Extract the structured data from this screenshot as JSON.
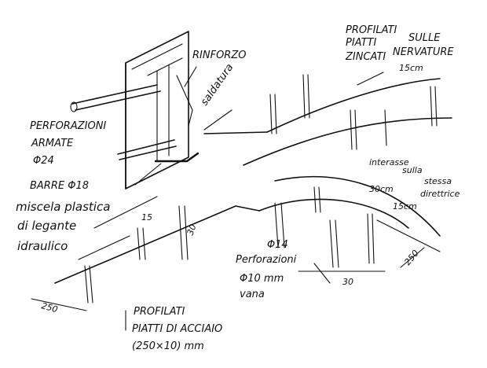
{
  "labels": {
    "top_right_title": [
      "PROFILATI",
      "PIATTI",
      "ZINCATI"
    ],
    "sulle_nervature": [
      "SULLE",
      "NERVATURE"
    ],
    "dim_15cm_top": "15cm",
    "rinforzo": "RINFORZO",
    "saldatura": "saldatura",
    "perforazioni": [
      "PERFORAZIONI",
      "ARMATE",
      "Φ24"
    ],
    "barre": "BARRE Φ18",
    "miscela": [
      "miscela plastica",
      "di legante",
      "idraulico"
    ],
    "interasse": [
      "interasse",
      "sulla",
      "stessa",
      "direttrice"
    ],
    "dim_30cm": "30cm",
    "dim_15cm_right": "15cm",
    "dim_15": "15",
    "dim_30_left": "30",
    "phi14": "Φ14",
    "perforazioni_bottom": [
      "Perforazioni",
      "Φ10 mm",
      "vana"
    ],
    "dim_30_bottom": "30",
    "dim_250_right": "250",
    "dim_250_left": "250",
    "profilati_bottom": [
      "PROFILATI",
      "PIATTI DI ACCIAIO",
      "(250×10) mm"
    ]
  }
}
